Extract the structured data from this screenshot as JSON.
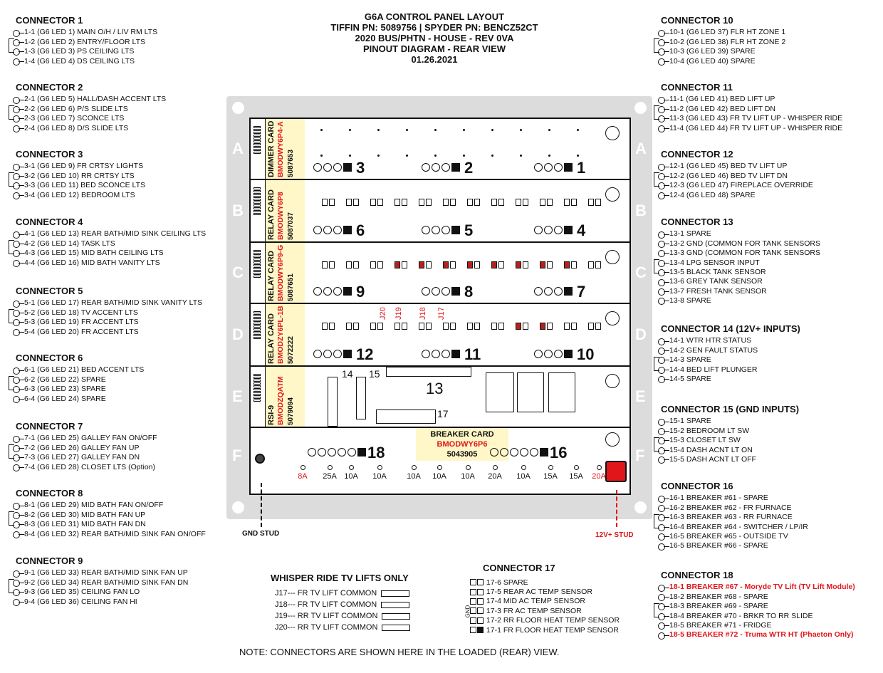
{
  "title": {
    "lines": [
      "G6A CONTROL PANEL LAYOUT",
      "TIFFIN PN: 5089756 | SPYDER PN: BENCZ52CT",
      "2020 BUS/PHTN - HOUSE - REV 0VA",
      "PINOUT DIAGRAM - REAR VIEW",
      "01.26.2021"
    ]
  },
  "left_connectors": [
    {
      "title": "CONNECTOR 1",
      "rows": [
        "1-1 (G6 LED 1) MAIN O/H  / LIV RM LTS",
        "1-2 (G6 LED 2) ENTRY/FLOOR LTS",
        "1-3 (G6 LED 3) PS CEILING LTS",
        "1-4 (G6 LED 4) DS CEILING LTS"
      ]
    },
    {
      "title": "CONNECTOR 2",
      "rows": [
        "2-1 (G6 LED 5) HALL/DASH ACCENT LTS",
        "2-2 (G6 LED 6) P/S SLIDE LTS",
        "2-3 (G6 LED 7) SCONCE LTS",
        "2-4 (G6 LED 8) D/S SLIDE LTS"
      ]
    },
    {
      "title": "CONNECTOR 3",
      "rows": [
        "3-1 (G6 LED 9) FR CRTSY LIGHTS",
        "3-2 (G6 LED 10) RR CRTSY LTS",
        "3-3 (G6 LED 11) BED SCONCE LTS",
        "3-4 (G6 LED 12) BEDROOM LTS"
      ]
    },
    {
      "title": "CONNECTOR 4",
      "rows": [
        "4-1 (G6 LED 13) REAR BATH/MID SINK CEILING LTS",
        "4-2 (G6 LED 14) TASK LTS",
        "4-3 (G6 LED 15) MID BATH CEILING LTS",
        "4-4 (G6 LED 16) MID BATH VANITY LTS"
      ]
    },
    {
      "title": "CONNECTOR 5",
      "rows": [
        "5-1 (G6 LED 17) REAR BATH/MID SINK VANITY LTS",
        "5-2 (G6 LED 18) TV ACCENT LTS",
        "5-3 (G6 LED 19) FR ACCENT LTS",
        "5-4 (G6 LED 20) FR ACCENT LTS"
      ]
    },
    {
      "title": "CONNECTOR 6",
      "rows": [
        "6-1 (G6 LED 21) BED ACCENT LTS",
        "6-2 (G6 LED 22) SPARE",
        "6-3 (G6 LED 23) SPARE",
        "6-4 (G6 LED 24) SPARE"
      ]
    },
    {
      "title": "CONNECTOR 7",
      "rows": [
        "7-1 (G6 LED 25) GALLEY FAN ON/OFF",
        "7-2 (G6 LED 26) GALLEY FAN UP",
        "7-3 (G6 LED 27) GALLEY FAN DN",
        "7-4 (G6 LED 28) CLOSET LTS (Option)"
      ]
    },
    {
      "title": "CONNECTOR 8",
      "rows": [
        "8-1 (G6 LED 29) MID BATH FAN ON/OFF",
        "8-2 (G6 LED 30) MID BATH FAN UP",
        "8-3 (G6 LED 31) MID BATH FAN DN",
        "8-4 (G6 LED 32) REAR BATH/MID SINK FAN ON/OFF"
      ]
    },
    {
      "title": "CONNECTOR 9",
      "rows": [
        "9-1 (G6 LED 33) REAR BATH/MID SINK FAN UP",
        "9-2 (G6 LED 34) REAR BATH/MID SINK FAN DN",
        "9-3 (G6 LED 35) CEILING FAN LO",
        "9-4 (G6 LED 36) CEILING FAN HI"
      ]
    }
  ],
  "right_connectors": [
    {
      "title": "CONNECTOR 10",
      "rows": [
        "10-1 (G6 LED 37) FLR HT ZONE 1",
        "10-2 (G6 LED 38) FLR HT ZONE 2",
        "10-3 (G6 LED 39) SPARE",
        "10-4 (G6 LED 40) SPARE"
      ]
    },
    {
      "title": "CONNECTOR 11",
      "rows": [
        "11-1 (G6 LED 41) BED LIFT UP",
        "11-2 (G6 LED 42) BED LIFT DN",
        "11-3 (G6 LED 43) FR TV LIFT UP - WHISPER RIDE",
        "11-4 (G6 LED 44) FR TV LIFT UP - WHISPER RIDE"
      ]
    },
    {
      "title": "CONNECTOR 12",
      "rows": [
        "12-1 (G6 LED 45) BED TV LIFT UP",
        "12-2 (G6 LED 46) BED TV LIFT DN",
        "12-3 (G6 LED 47) FIREPLACE OVERRIDE",
        "12-4 (G6 LED 48) SPARE"
      ]
    },
    {
      "title": "CONNECTOR 13",
      "rows": [
        "13-1 SPARE",
        "13-2 GND (COMMON FOR TANK SENSORS",
        "13-3 GND (COMMON FOR TANK SENSORS",
        "13-4 LPG SENSOR INPUT",
        "13-5 BLACK TANK SENSOR",
        "13-6 GREY TANK SENSOR",
        "13-7 FRESH TANK SENSOR",
        "13-8 SPARE"
      ]
    },
    {
      "title": "CONNECTOR 14 (12V+ INPUTS)",
      "rows": [
        "14-1 WTR HTR STATUS",
        "14-2 GEN FAULT STATUS",
        "14-3 SPARE",
        "14-4 BED LIFT PLUNGER",
        "14-5 SPARE"
      ]
    },
    {
      "title": "CONNECTOR 15 (GND INPUTS)",
      "rows": [
        "15-1 SPARE",
        "15-2 BEDROOM LT SW",
        "15-3 CLOSET LT SW",
        "15-4 DASH ACNT LT ON",
        "15-5 DASH ACNT LT OFF"
      ]
    },
    {
      "title": "CONNECTOR 16",
      "rows": [
        "16-1 BREAKER #61 - SPARE",
        "16-2 BREAKER #62 - FR FURNACE",
        "16-3 BREAKER #63 - RR FURNACE",
        "16-4 BREAKER #64 - SWITCHER / LP/IR",
        "16-5 BREAKER #65 - OUTSIDE TV",
        "16-5 BREAKER #66 - SPARE"
      ]
    },
    {
      "title": "CONNECTOR 18",
      "rows": [
        "18-1 BREAKER #67 - Moryde TV Lift (TV Lift Module)",
        "18-2 BREAKER #68 - SPARE",
        "18-3 BREAKER #69 - SPARE",
        "18-4 BREAKER #70 - BRKR TO RR SLIDE",
        "18-5 BREAKER #71 - FRIDGE",
        "18-5 BREAKER #72 - Truma WTR HT (Phaeton Only)"
      ],
      "red_rows": [
        0,
        5
      ]
    }
  ],
  "cards": [
    {
      "letter": "A",
      "name": "DIMMER CARD",
      "model": "BMODWY6P4-A",
      "pn": "5087653",
      "connectors": [
        "3",
        "2",
        "1"
      ]
    },
    {
      "letter": "B",
      "name": "RELAY CARD",
      "model": "BMODWY6P8",
      "pn": "5087037",
      "connectors": [
        "6",
        "5",
        "4"
      ]
    },
    {
      "letter": "C",
      "name": "RELAY CARD",
      "model": "BMODWY6P9-G",
      "pn": "5087651",
      "connectors": [
        "9",
        "8",
        "7"
      ]
    },
    {
      "letter": "D",
      "name": "RELAY CARD",
      "model": "BMODZY6PL-1B",
      "pn": "5072222",
      "connectors": [
        "12",
        "11",
        "10"
      ],
      "jumpers": [
        "J20",
        "J19",
        "J18",
        "J17"
      ]
    },
    {
      "letter": "E",
      "name": "RSI-9",
      "model": "BMODZQATM",
      "pn": "5079094",
      "connectors": [
        "14",
        "15",
        "13",
        "17"
      ]
    },
    {
      "letter": "F",
      "name": "BREAKER CARD",
      "model": "BMODWY6P6",
      "pn": "5043905",
      "connectors": [
        "18",
        "16"
      ]
    }
  ],
  "breakers": [
    "8A",
    "25A",
    "10A",
    "10A",
    "10A",
    "10A",
    "10A",
    "20A",
    "10A",
    "15A",
    "15A",
    "20A"
  ],
  "breaker_red": [
    0,
    11
  ],
  "studs": {
    "gnd": "GND STUD",
    "v12": "12V+ STUD"
  },
  "whisper": {
    "title": "WHISPER RIDE TV LIFTS ONLY",
    "rows": [
      "J17--- FR TV LIFT COMMON",
      "J18--- FR TV LIFT COMMON",
      "J19--- RR TV LIFT COMMON",
      "J20--- RR TV LIFT COMMON"
    ]
  },
  "connector17": {
    "title": "CONNECTOR 17",
    "rows": [
      "17-6 SPARE",
      "17-5 REAR AC TEMP SENSOR",
      "17-4 MID AC TEMP SENSOR",
      "17-3 FR AC TEMP SENSOR",
      "17-2 RR FLOOR HEAT TEMP SENSOR",
      "17-1 FR FLOOR HEAT TEMP SENSOR"
    ],
    "gnd": "GND"
  },
  "note": "NOTE: CONNECTORS ARE SHOWN HERE IN THE LOADED (REAR) VIEW."
}
